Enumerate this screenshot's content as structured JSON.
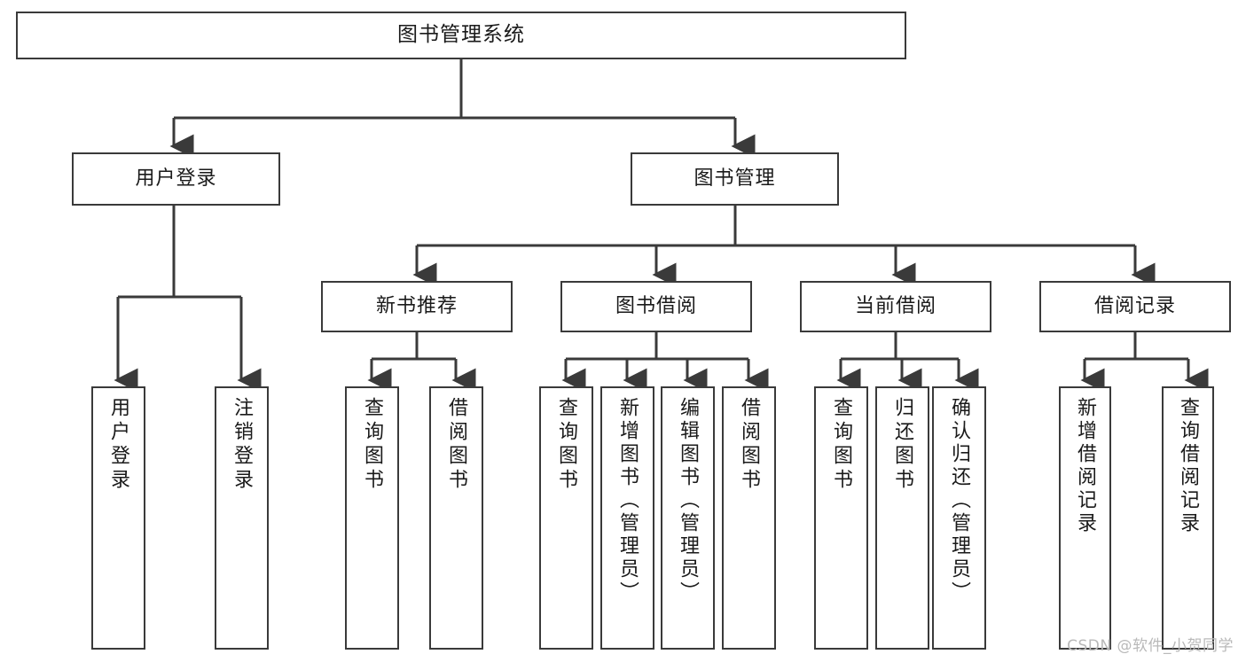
{
  "diagram": {
    "title": "图书管理系统",
    "type": "tree",
    "root": {
      "label": "图书管理系统"
    },
    "level2": [
      {
        "label": "用户登录"
      },
      {
        "label": "图书管理"
      }
    ],
    "level3": [
      {
        "label": "新书推荐"
      },
      {
        "label": "图书借阅"
      },
      {
        "label": "当前借阅"
      },
      {
        "label": "借阅记录"
      }
    ],
    "leaves": {
      "user_login": [
        {
          "label": "用户登录"
        },
        {
          "label": "注销登录"
        }
      ],
      "new_book_recommend": [
        {
          "label": "查询图书"
        },
        {
          "label": "借阅图书"
        }
      ],
      "book_borrow": [
        {
          "label": "查询图书"
        },
        {
          "label": "新增图书（管理员）"
        },
        {
          "label": "编辑图书（管理员）"
        },
        {
          "label": "借阅图书"
        }
      ],
      "current_borrow": [
        {
          "label": "查询图书"
        },
        {
          "label": "归还图书"
        },
        {
          "label": "确认归还（管理员）"
        }
      ],
      "borrow_record": [
        {
          "label": "新增借阅记录"
        },
        {
          "label": "查询借阅记录"
        }
      ]
    }
  },
  "watermark": {
    "text": "CSDN @软件_小贺同学"
  },
  "colors": {
    "box_border": "#3a3a3a",
    "box_fill": "#ffffff",
    "connector": "#3a3a3a",
    "text": "#1a1a1a",
    "watermark": "#b9b9b9",
    "background": "#ffffff"
  }
}
